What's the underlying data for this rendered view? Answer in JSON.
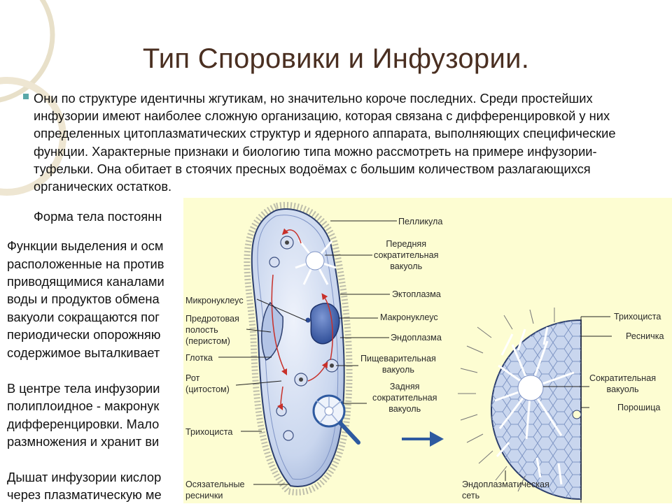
{
  "slide": {
    "title": "Тип Споровики и Инфузории.",
    "paragraph": "Они по структуре идентичны жгутикам, но значительно короче последних. Среди простейших инфузории имеют наиболее сложную организацию, которая связана с дифференцировкой у них определенных цитоплазматических структур и ядерного аппарата, выполняющих специфические функции. Характерные признаки и биологию типа можно рассмотреть на примере инфузории-туфельки. Она обитает в стоячих пресных водоёмах с большим количеством разлагающихся органических остатков.",
    "form_line": "Форма тела постоянн",
    "left_lines": [
      "Функции выделения и осм",
      "расположенные на против",
      "приводящимися каналами",
      "воды и продуктов обмена",
      "вакуоли сокращаются пог",
      "периодически опорожняю",
      "содержимое выталкивает",
      "",
      "В центре тела инфузории",
      "полиплоидное - макронук",
      "дифференцировки. Мало",
      "размножения и хранит ви",
      "",
      "Дышат инфузории кислор",
      "через плазматическую ме"
    ]
  },
  "figure": {
    "labels": {
      "pellicle": "Пелликула",
      "anterior_cv": "Передняя\nсократительная\nвакуоль",
      "ectoplasm": "Эктоплазма",
      "micronucleus": "Микронуклеус",
      "oral_groove": "Предротовая\nполость\n(перистом)",
      "macronucleus": "Макронуклеус",
      "endoplasm": "Эндоплазма",
      "pharynx": "Глотка",
      "food_vacuole": "Пищеварительная\nвакуоль",
      "mouth": "Рот\n(цитостом)",
      "posterior_cv": "Задняя\nсократительная\nвакуоль",
      "trichocyst_left": "Трихоциста",
      "sensory_cilia": "Осязательные\nреснички",
      "trichocyst_right": "Трихоциста",
      "cilium": "Ресничка",
      "contractile_vacuole": "Сократительная\nвакуоль",
      "pore": "Порошица",
      "endoplasmic_net": "Эндоплазматическая\nсеть"
    },
    "colors": {
      "background": "#fdfdd2",
      "body_fill": "#c9d6ee",
      "nucleus": "#3f63b0",
      "arrow_red": "#c8302a",
      "arrow_blue": "#2e5aa0"
    }
  }
}
